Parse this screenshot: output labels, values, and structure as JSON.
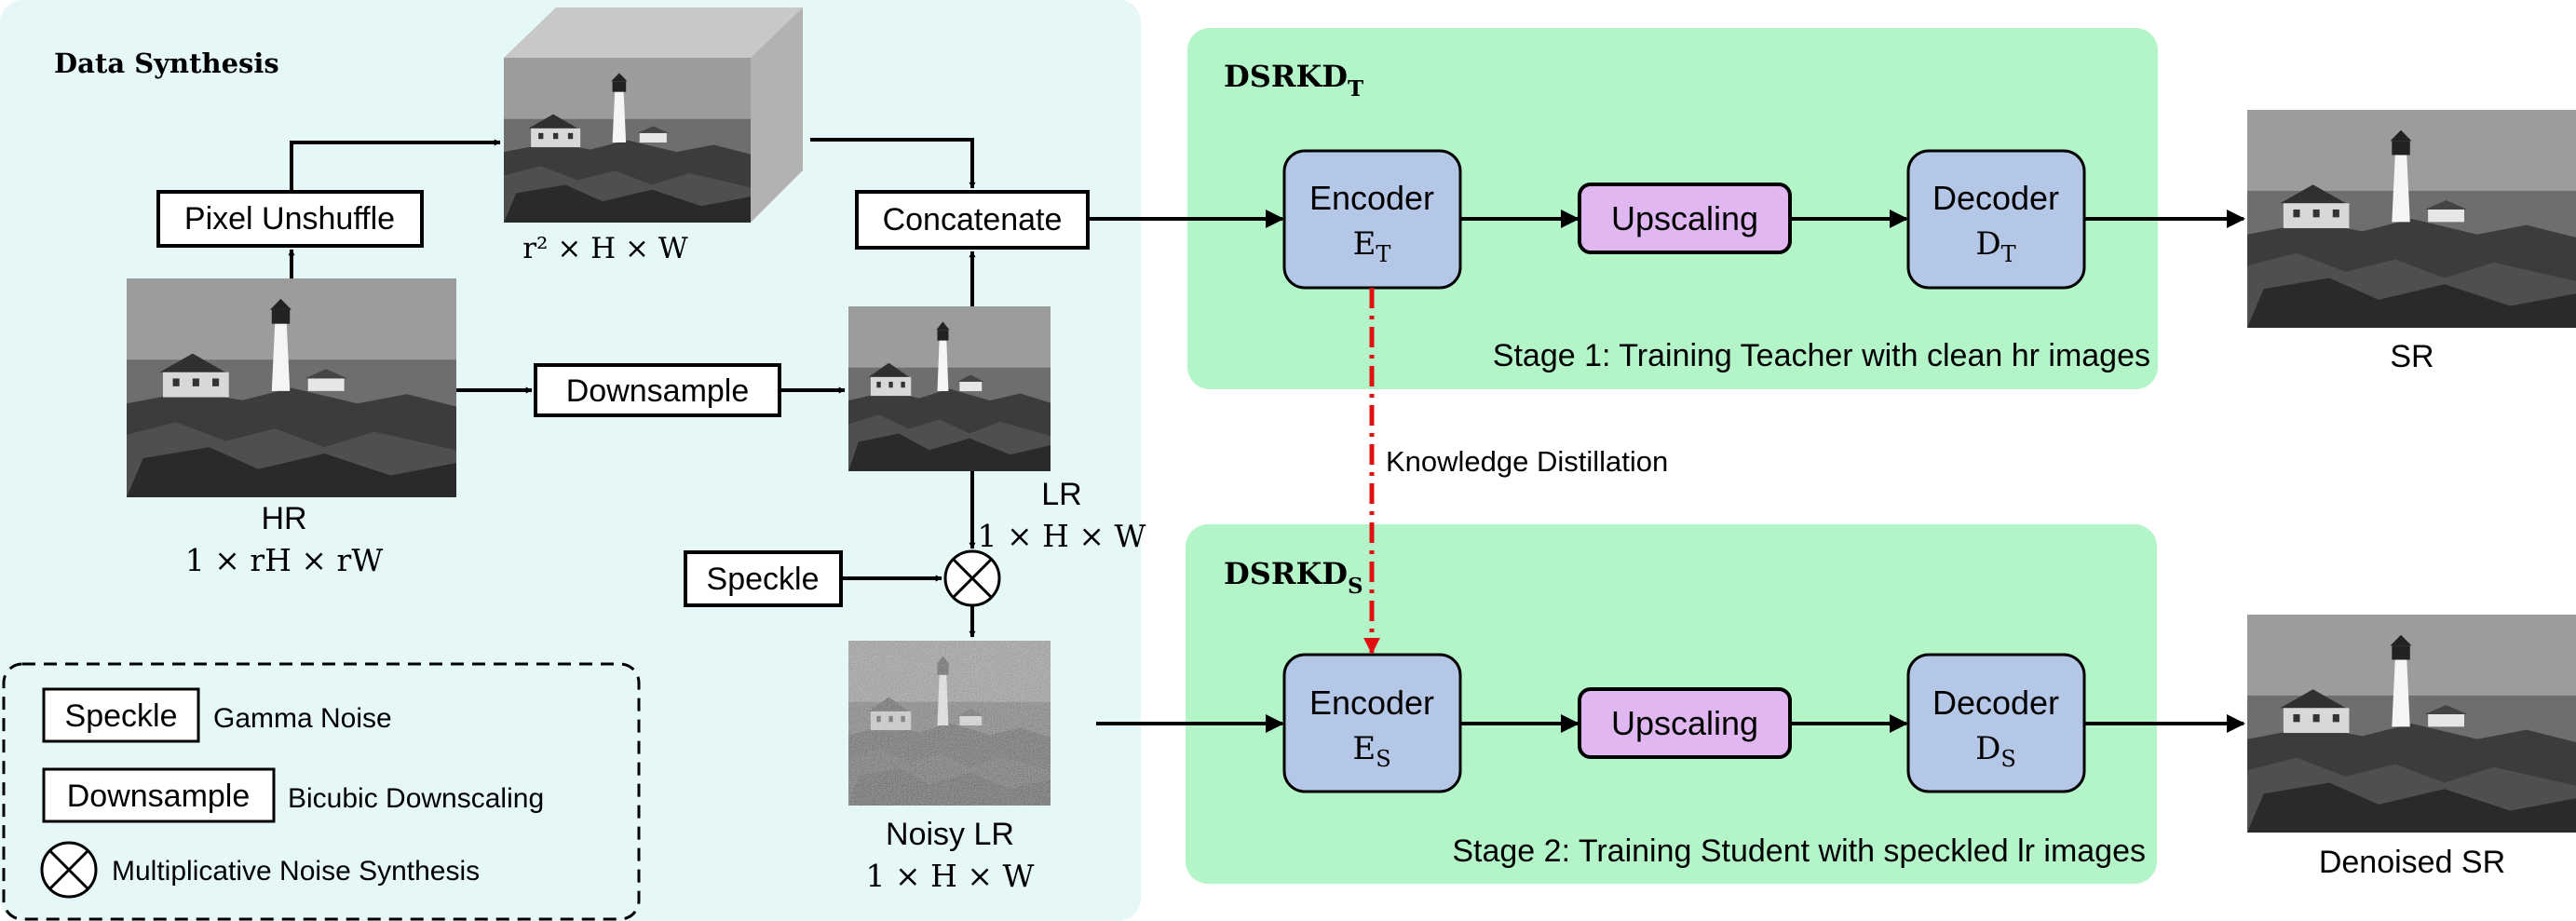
{
  "data_synthesis": {
    "title": "Data Synthesis",
    "pixel_unshuffle": "Pixel Unshuffle",
    "downsample": "Downsample",
    "concatenate": "Concatenate",
    "speckle": "Speckle",
    "hr_label": "HR",
    "hr_dims": "1 × rH × rW",
    "lr_label": "LR",
    "lr_dims": "1 × H × W",
    "cube_dims": "r² × H × W",
    "noisy_lr_label": "Noisy LR",
    "noisy_lr_dims": "1 × H × W"
  },
  "legend": {
    "speckle_box": "Speckle",
    "speckle_desc": "Gamma Noise",
    "downsample_box": "Downsample",
    "downsample_desc": "Bicubic Downscaling",
    "multiply_desc": "Multiplicative Noise Synthesis"
  },
  "teacher": {
    "title_main": "DSRKD",
    "title_sub": "T",
    "encoder_label": "Encoder",
    "encoder_sym": "E",
    "encoder_sub": "T",
    "upscaling": "Upscaling",
    "decoder_label": "Decoder",
    "decoder_sym": "D",
    "decoder_sub": "T",
    "stage": "Stage 1: Training Teacher with clean hr images",
    "output": "SR"
  },
  "student": {
    "title_main": "DSRKD",
    "title_sub": "S",
    "encoder_label": "Encoder",
    "encoder_sym": "E",
    "encoder_sub": "S",
    "upscaling": "Upscaling",
    "decoder_label": "Decoder",
    "decoder_sym": "D",
    "decoder_sub": "S",
    "stage": "Stage 2: Training Student with speckled lr images",
    "output": "Denoised SR"
  },
  "distillation_label": "Knowledge Distillation",
  "colors": {
    "synthesis_panel": "#e6f7f7",
    "stage_panel": "#b3f5c9",
    "encoder_fill": "#b4c7e7",
    "upscaling_fill": "#e0b7f0",
    "distill_line": "#e01010"
  }
}
